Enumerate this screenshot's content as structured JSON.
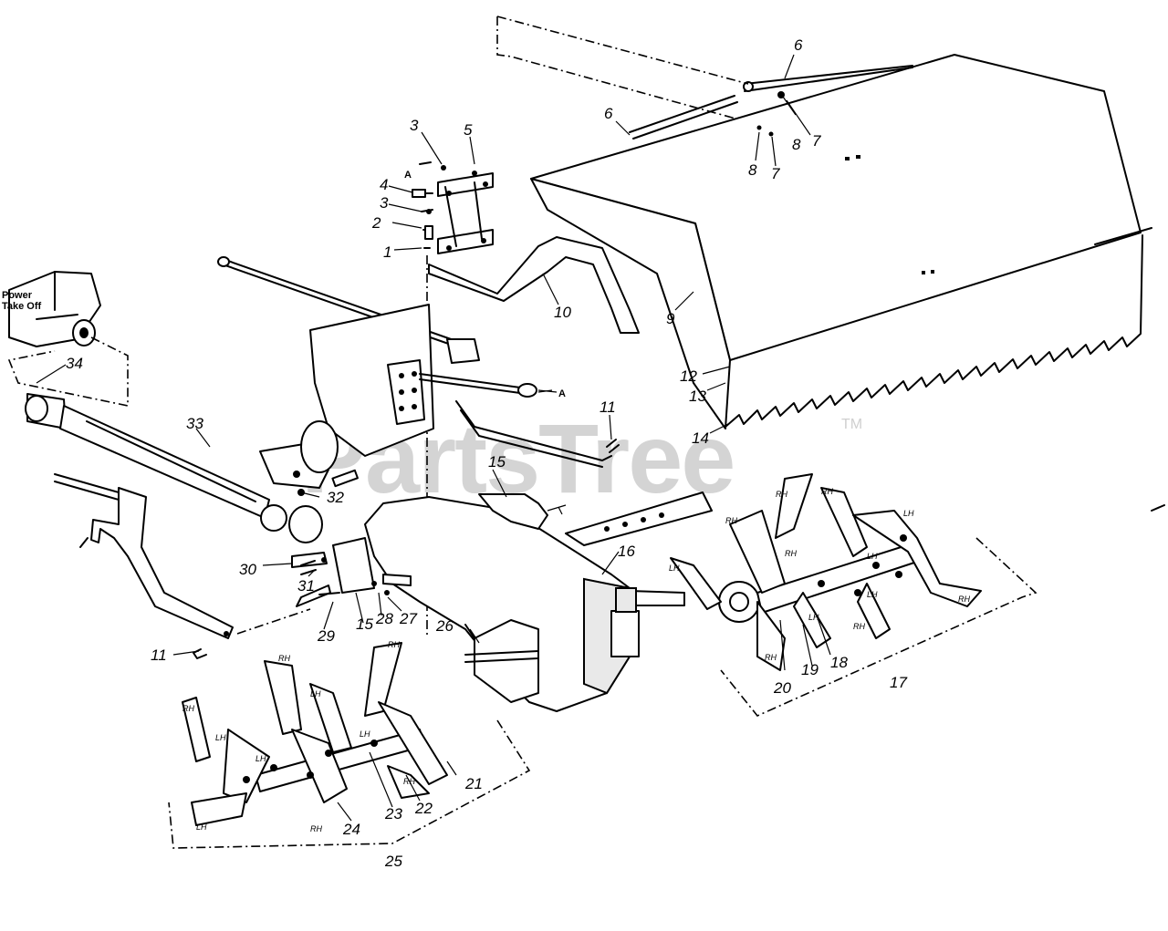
{
  "watermark": {
    "brand": "PartsTree",
    "trademark": "TM"
  },
  "component_label": {
    "line1": "Power",
    "line2": "Take Off"
  },
  "assembly_marker": "A",
  "tine_marks": {
    "right": "RH",
    "left": "LH"
  },
  "callouts": [
    "1",
    "2",
    "3",
    "3",
    "4",
    "5",
    "6",
    "6",
    "7",
    "7",
    "8",
    "8",
    "9",
    "10",
    "11",
    "11",
    "12",
    "13",
    "14",
    "15",
    "15",
    "16",
    "17",
    "18",
    "19",
    "20",
    "21",
    "22",
    "23",
    "24",
    "25",
    "26",
    "27",
    "28",
    "29",
    "30",
    "31",
    "32",
    "33",
    "34"
  ]
}
